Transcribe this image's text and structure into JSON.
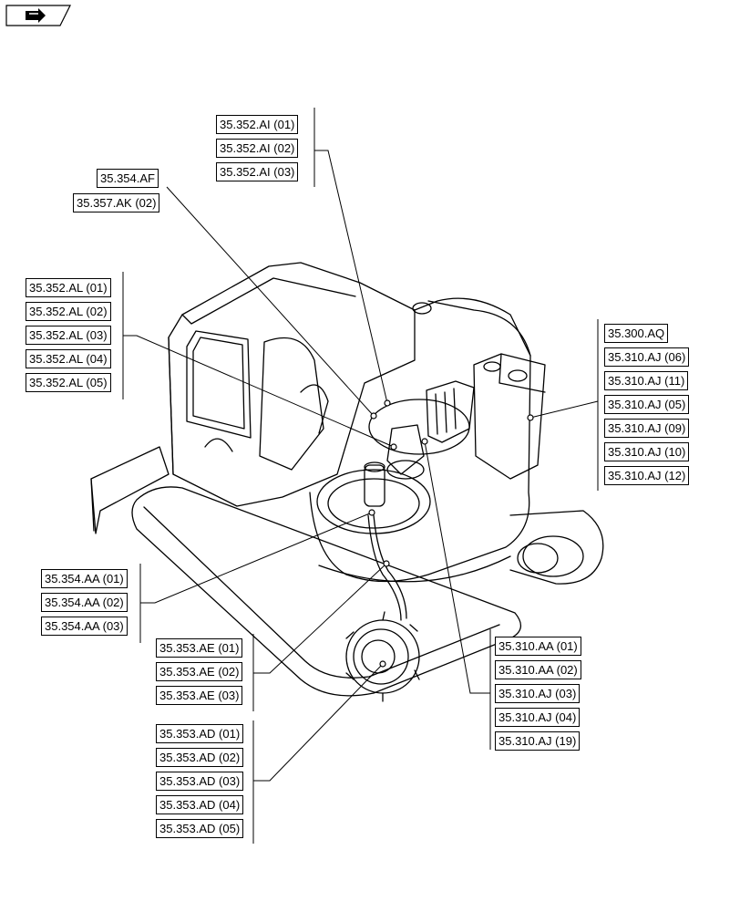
{
  "nav_icon": "next-page-arrow-icon",
  "callout_groups": [
    {
      "name": "group-35-352-ai",
      "labels": [
        "35.352.AI (01)",
        "35.352.AI (02)",
        "35.352.AI (03)"
      ]
    },
    {
      "name": "group-35-354-af",
      "labels": [
        "35.354.AF",
        "35.357.AK (02)"
      ]
    },
    {
      "name": "group-35-352-al",
      "labels": [
        "35.352.AL (01)",
        "35.352.AL (02)",
        "35.352.AL (03)",
        "35.352.AL (04)",
        "35.352.AL (05)"
      ]
    },
    {
      "name": "group-35-300-aq",
      "labels": [
        "35.300.AQ",
        "35.310.AJ (06)",
        "35.310.AJ (11)",
        "35.310.AJ (05)",
        "35.310.AJ (09)",
        "35.310.AJ (10)",
        "35.310.AJ (12)"
      ]
    },
    {
      "name": "group-35-354-aa",
      "labels": [
        "35.354.AA (01)",
        "35.354.AA (02)",
        "35.354.AA (03)"
      ]
    },
    {
      "name": "group-35-353-ae",
      "labels": [
        "35.353.AE (01)",
        "35.353.AE (02)",
        "35.353.AE (03)"
      ]
    },
    {
      "name": "group-35-310-aa",
      "labels": [
        "35.310.AA (01)",
        "35.310.AA (02)",
        "35.310.AJ (03)",
        "35.310.AJ (04)",
        "35.310.AJ (19)"
      ]
    },
    {
      "name": "group-35-353-ad",
      "labels": [
        "35.353.AD (01)",
        "35.353.AD (02)",
        "35.353.AD (03)",
        "35.353.AD (04)",
        "35.353.AD (05)"
      ]
    }
  ]
}
